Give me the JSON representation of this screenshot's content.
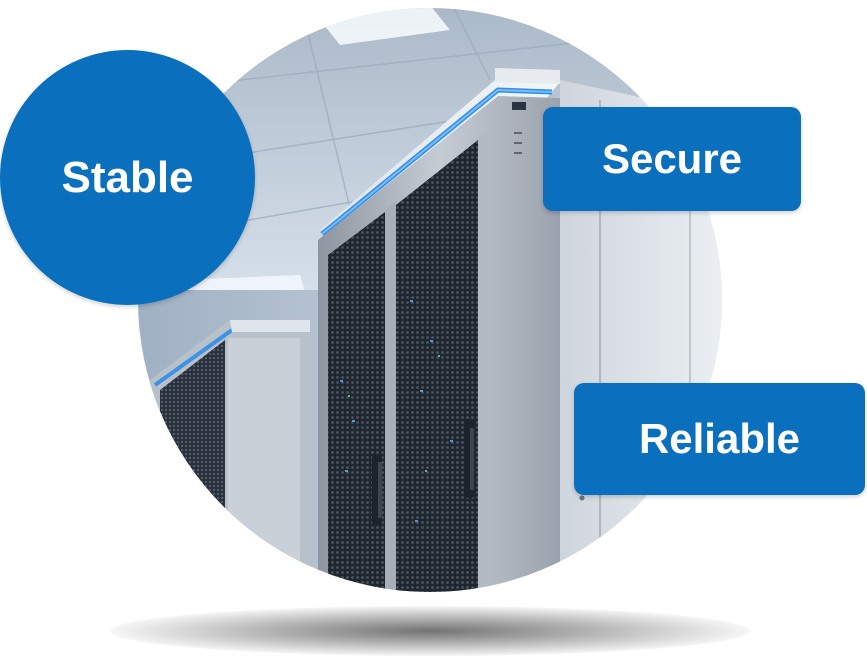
{
  "badges": {
    "stable": "Stable",
    "secure": "Secure",
    "reliable": "Reliable"
  },
  "colors": {
    "badge_blue": "#0a70bd",
    "rack_glow": "#2f8fe8",
    "rack_body": "#c7ccd3"
  },
  "scene": {
    "subject": "server-rack-photo"
  }
}
